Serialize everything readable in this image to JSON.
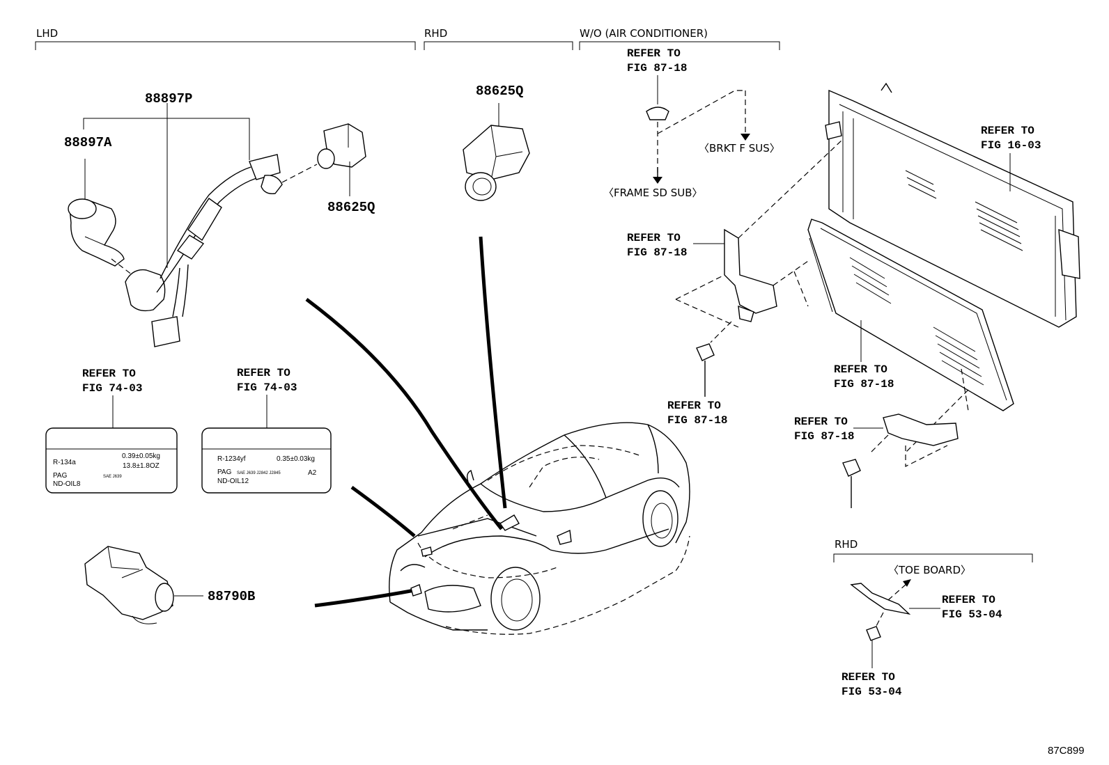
{
  "sections": {
    "lhd": "LHD",
    "rhd": "RHD",
    "wo_ac": "W/O (AIR CONDITIONER)",
    "rhd_lower": "RHD"
  },
  "parts": {
    "p88897P": "88897P",
    "p88897A": "88897A",
    "p88625Q_lhd": "88625Q",
    "p88625Q_rhd": "88625Q",
    "p88790B": "88790B"
  },
  "refs": {
    "refer_to": "REFER TO",
    "fig_74_03": "FIG 74-03",
    "fig_87_18": "FIG 87-18",
    "fig_16_03": "FIG 16-03",
    "fig_53_04": "FIG 53-04"
  },
  "callouts": {
    "brkt_f_sus": "〈BRKT F SUS〉",
    "frame_sd_sub": "〈FRAME SD SUB〉",
    "toe_board": "〈TOE BOARD〉"
  },
  "labels": {
    "left": {
      "refrigerant": "R-134a",
      "amount_kg": "0.39±0.05kg",
      "amount_oz": "13.8±1.8OZ",
      "oil_type": "PAG",
      "oil_note": "SAE J639",
      "oil_name": "ND-OIL8"
    },
    "right": {
      "refrigerant": "R-1234yf",
      "amount_kg": "0.35±0.03kg",
      "oil_type": "PAG",
      "oil_note": "SAE J639 J2842 J2845",
      "oil_suffix": "A2",
      "oil_name": "ND-OIL12"
    }
  },
  "figure_id": "87C899"
}
